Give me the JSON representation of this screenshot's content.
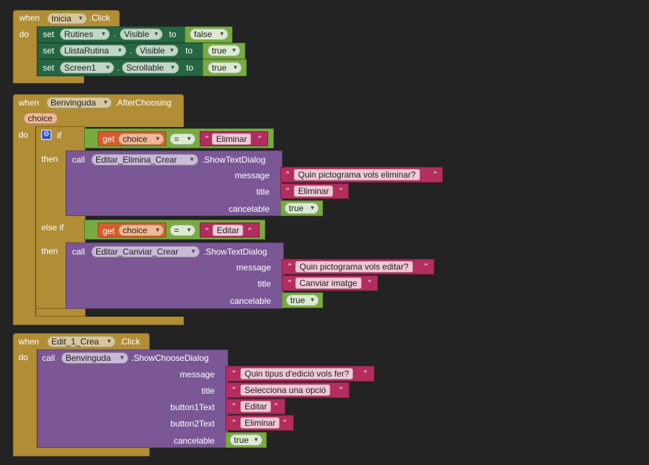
{
  "kw": {
    "when": "when",
    "do": "do",
    "set": "set",
    "to": "to",
    "dot": ".",
    "call": "call",
    "get": "get",
    "if": "if",
    "then": "then",
    "else_if": "else if",
    "eq": "=",
    "quote": "\"",
    "message": "message",
    "title": "title",
    "cancelable": "cancelable",
    "button1Text": "button1Text",
    "button2Text": "button2Text"
  },
  "block1": {
    "component": "Inicia",
    "event": ".Click",
    "rows": [
      {
        "component": "Rutines",
        "property": "Visible",
        "value": "false"
      },
      {
        "component": "LlistaRutina",
        "property": "Visible",
        "value": "true"
      },
      {
        "component": "Screen1",
        "property": "Scrollable",
        "value": "true"
      }
    ]
  },
  "block2": {
    "component": "Benvinguda",
    "event": ".AfterChoosing",
    "param": "choice",
    "branch1": {
      "compare_var": "choice",
      "compare_value": "Eliminar",
      "call_component": "Editar_Elimina_Crear",
      "method": ".ShowTextDialog",
      "message": "Quin pictograma vols eliminar?",
      "title": "Eliminar",
      "cancelable": "true"
    },
    "branch2": {
      "compare_var": "choice",
      "compare_value": "Editar",
      "call_component": "Editar_Canviar_Crear",
      "method": ".ShowTextDialog",
      "message": "Quin pictograma vols editar?",
      "title": "Canviar imatge",
      "cancelable": "true"
    }
  },
  "block3": {
    "component": "Edit_1_Crea",
    "event": ".Click",
    "call_component": "Benvinguda",
    "method": ".ShowChooseDialog",
    "message": "Quin tipus d'edició vols fer?",
    "title": "Selecciona una opció",
    "button1Text": "Editar",
    "button2Text": "Eliminar",
    "cancelable": "true"
  }
}
